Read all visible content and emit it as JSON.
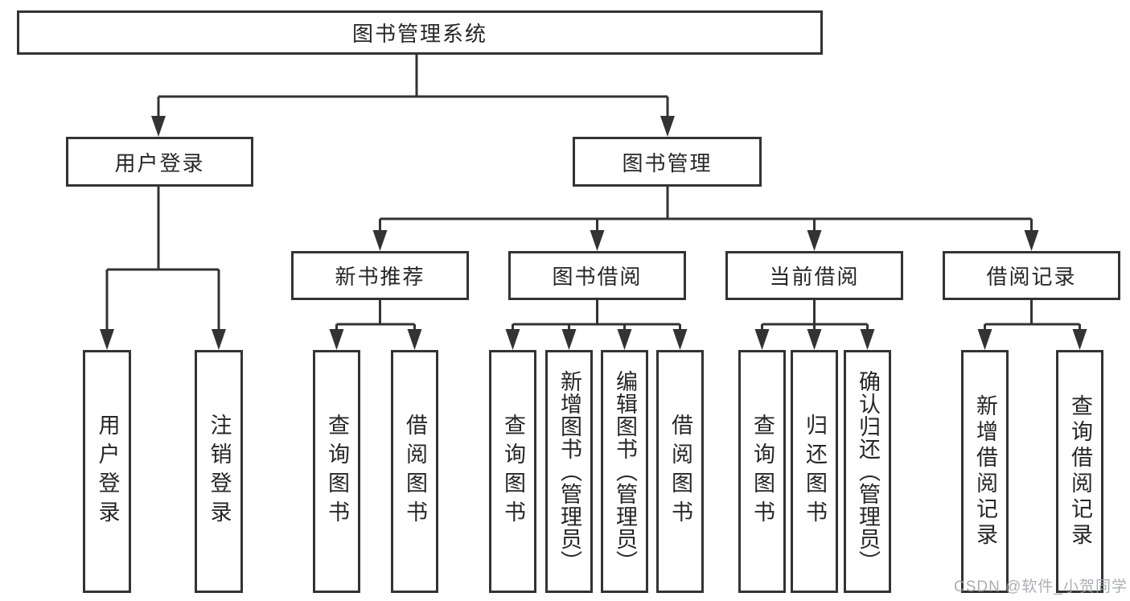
{
  "diagram": {
    "title": "图书管理系统",
    "type": "hierarchy-tree",
    "colors": {
      "line": "#333333",
      "box_border": "#333333",
      "text": "#262626",
      "watermark": "#9ea3aa",
      "background": "#ffffff"
    },
    "root": {
      "label": "图书管理系统",
      "children": [
        {
          "label": "用户登录",
          "children": [
            {
              "label": "用户登录"
            },
            {
              "label": "注销登录"
            }
          ]
        },
        {
          "label": "图书管理",
          "children": [
            {
              "label": "新书推荐",
              "children": [
                {
                  "label": "查询图书"
                },
                {
                  "label": "借阅图书"
                }
              ]
            },
            {
              "label": "图书借阅",
              "children": [
                {
                  "label": "查询图书"
                },
                {
                  "label": "新增图书（管理员）"
                },
                {
                  "label": "编辑图书（管理员）"
                },
                {
                  "label": "借阅图书"
                }
              ]
            },
            {
              "label": "当前借阅",
              "children": [
                {
                  "label": "查询图书"
                },
                {
                  "label": "归还图书"
                },
                {
                  "label": "确认归还（管理员）"
                }
              ]
            },
            {
              "label": "借阅记录",
              "children": [
                {
                  "label": "新增借阅记录"
                },
                {
                  "label": "查询借阅记录"
                }
              ]
            }
          ]
        }
      ]
    }
  },
  "watermark": {
    "text": "CSDN @软件_小贺同学"
  }
}
